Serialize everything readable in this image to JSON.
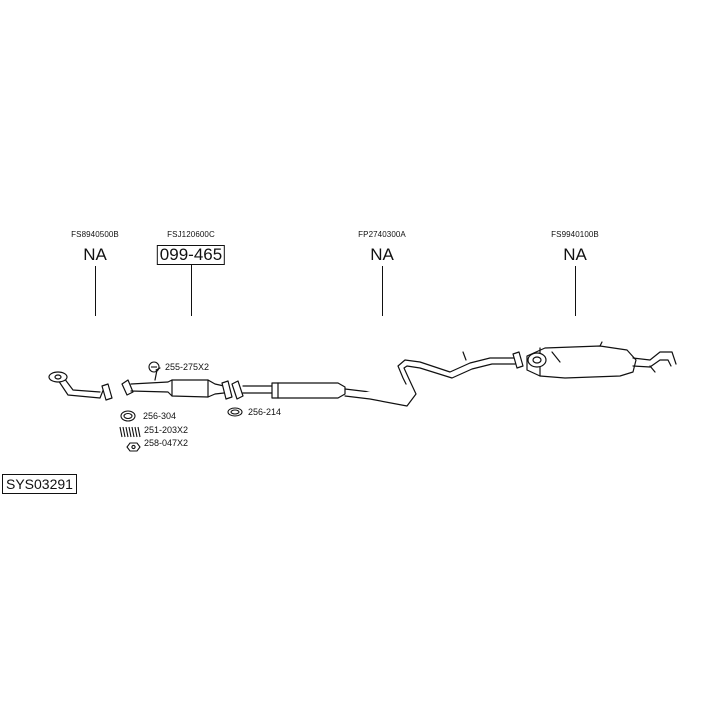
{
  "parts": [
    {
      "part_no": "FS8940500B",
      "price": "NA"
    },
    {
      "part_no": "FSJ120600C",
      "price": "099-465"
    },
    {
      "part_no": "FP2740300A",
      "price": "NA"
    },
    {
      "part_no": "FS9940100B",
      "price": "NA"
    }
  ],
  "accessories": [
    {
      "code": "255-275X2",
      "icon": "clamp-icon"
    },
    {
      "code": "256-304",
      "icon": "gasket-ring-icon"
    },
    {
      "code": "251-203X2",
      "icon": "spring-icon"
    },
    {
      "code": "258-047X2",
      "icon": "nut-icon"
    },
    {
      "code": "256-214",
      "icon": "gasket-ring-icon"
    }
  ],
  "system_code": "SYS03291"
}
